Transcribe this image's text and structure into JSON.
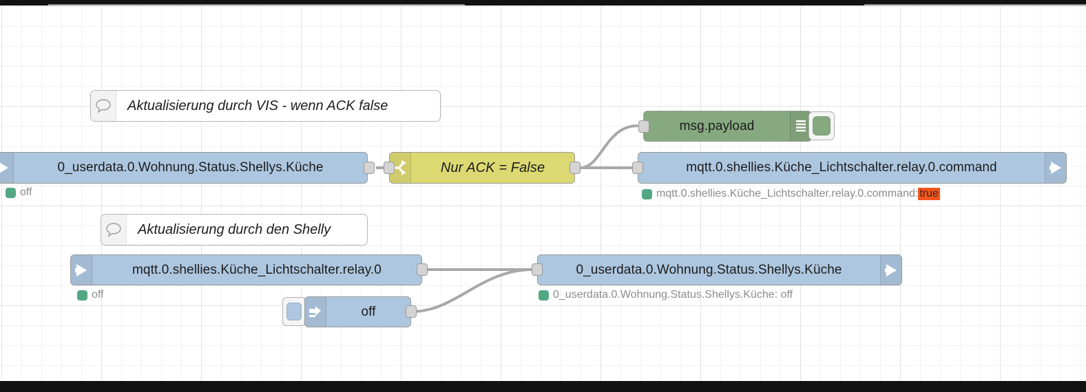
{
  "app": {
    "name": "node-red-flow-editor",
    "canvas_background": "#ffffff",
    "grid_color": "#e3e3e3"
  },
  "palette": {
    "node_blue": "#aec7e0",
    "node_yellow": "#ddd972",
    "node_green": "#87a980",
    "status_dot_green": "#53a884",
    "highlight_orange": "#f4541b",
    "node_border": "#999999",
    "wire": "#a8a8a8"
  },
  "comments": [
    {
      "text": "Aktualisierung durch VIS - wenn ACK false",
      "icon": "comment-icon"
    },
    {
      "text": "Aktualisierung durch den Shelly",
      "icon": "comment-icon"
    }
  ],
  "nodes": {
    "iobroker_in_top": {
      "label": "0_userdata.0.Wohnung.Status.Shellys.Küche",
      "icon": "arrow-right-icon",
      "color": "#aec7e0",
      "status": {
        "dot": "#53a884",
        "text": "off"
      }
    },
    "switch_node": {
      "label": "Nur ACK = False",
      "icon": "switch-fork-icon",
      "color": "#ddd972"
    },
    "debug_node": {
      "label": "msg.payload",
      "icon": "debug-lines-icon",
      "toggle_icon": "debug-toggle-button",
      "color": "#87a980"
    },
    "iobroker_out_top": {
      "label": "mqtt.0.shellies.Küche_Lichtschalter.relay.0.command",
      "icon": "arrow-right-icon",
      "color": "#aec7e0",
      "status": {
        "dot": "#53a884",
        "text": "mqtt.0.shellies.Küche_Lichtschalter.relay.0.command: ",
        "highlight": "true"
      }
    },
    "iobroker_in_bottom": {
      "label": "mqtt.0.shellies.Küche_Lichtschalter.relay.0",
      "icon": "arrow-right-icon",
      "color": "#aec7e0",
      "status": {
        "dot": "#53a884",
        "text": "off"
      }
    },
    "inject_node": {
      "label": "off",
      "icon": "inject-arrow-icon",
      "button_icon": "inject-button",
      "color": "#aec7e0"
    },
    "iobroker_out_bottom": {
      "label": "0_userdata.0.Wohnung.Status.Shellys.Küche",
      "icon": "arrow-right-icon",
      "color": "#aec7e0",
      "status": {
        "dot": "#53a884",
        "text": "0_userdata.0.Wohnung.Status.Shellys.Küche: off"
      }
    }
  }
}
